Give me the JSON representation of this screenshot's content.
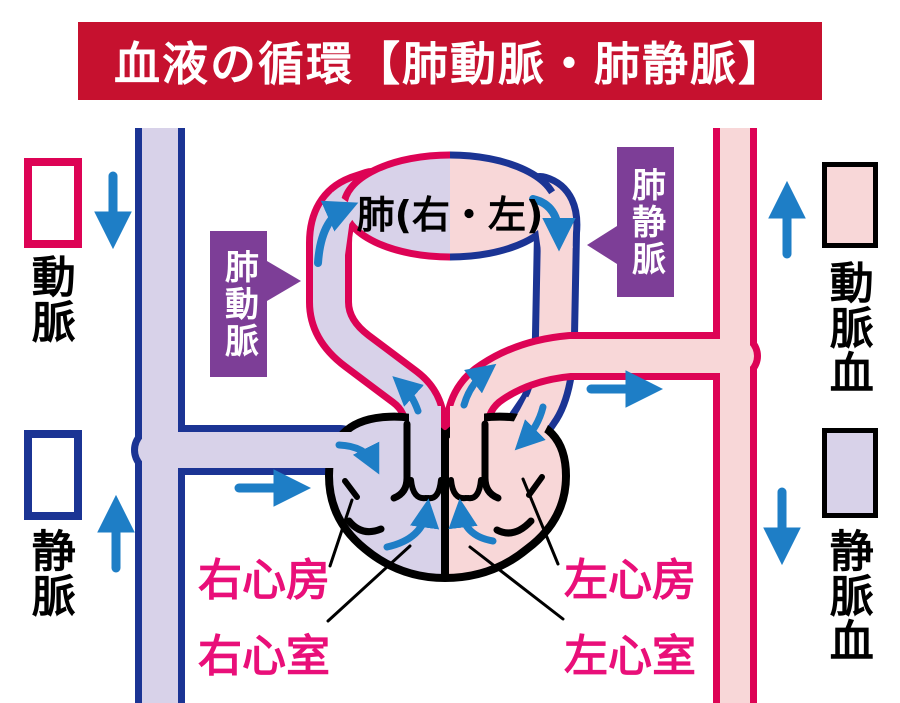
{
  "title": "血液の循環【肺動脈・肺静脈】",
  "legend": {
    "artery": "動脈",
    "vein": "静脈",
    "arterial_blood": "動脈血",
    "venous_blood": "静脈血"
  },
  "lung": {
    "label": "肺(右・左)"
  },
  "vessels": {
    "pulmonary_artery": "肺動脈",
    "pulmonary_vein": "肺静脈"
  },
  "heart": {
    "right_atrium": "右心房",
    "right_ventricle": "右心室",
    "left_atrium": "左心房",
    "left_ventricle": "左心室"
  },
  "colors": {
    "banner_red": "#c6112f",
    "artery_outline_crimson": "#dd0355",
    "vein_outline_navy": "#1b3494",
    "arterial_blood_pink": "#f8d7d8",
    "venous_blood_lavender": "#d8d2e9",
    "flow_arrow_blue": "#1e7ec6",
    "badge_purple": "#7d3e97",
    "chamber_label_magenta": "#e90f79"
  }
}
